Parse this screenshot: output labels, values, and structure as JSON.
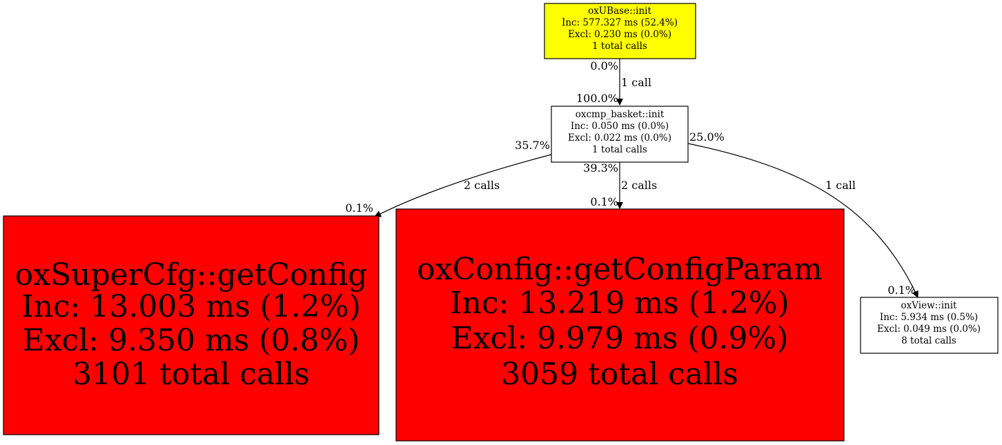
{
  "colors": {
    "root": "#ffff00",
    "hot": "#ff0000",
    "normal": "#ffffff"
  },
  "nodes": {
    "ubase": {
      "name": "oxUBase::init",
      "inc": "Inc: 577.327 ms (52.4%)",
      "excl": "Excl: 0.230 ms (0.0%)",
      "calls": "1 total calls"
    },
    "basket": {
      "name": "oxcmp_basket::init",
      "inc": "Inc: 0.050 ms (0.0%)",
      "excl": "Excl: 0.022 ms (0.0%)",
      "calls": "1 total calls"
    },
    "supercfg": {
      "name": "oxSuperCfg::getConfig",
      "inc": "Inc: 13.003 ms (1.2%)",
      "excl": "Excl: 9.350 ms (0.8%)",
      "calls": "3101 total calls"
    },
    "configparam": {
      "name": "oxConfig::getConfigParam",
      "inc": "Inc: 13.219 ms (1.2%)",
      "excl": "Excl: 9.979 ms (0.9%)",
      "calls": "3059 total calls"
    },
    "view": {
      "name": "oxView::init",
      "inc": "Inc: 5.934 ms (0.5%)",
      "excl": "Excl: 0.049 ms (0.0%)",
      "calls": "8 total calls"
    }
  },
  "edges": {
    "ubase_basket": {
      "tail": "0.0%",
      "label": "1 call",
      "head": "100.0%"
    },
    "basket_supercfg": {
      "tail": "35.7%",
      "label": "2 calls",
      "head": "0.1%"
    },
    "basket_configparam": {
      "tail": "39.3%",
      "label": "2 calls",
      "head": "0.1%"
    },
    "basket_view": {
      "tail": "25.0%",
      "label": "1 call",
      "head": "0.1%"
    }
  }
}
